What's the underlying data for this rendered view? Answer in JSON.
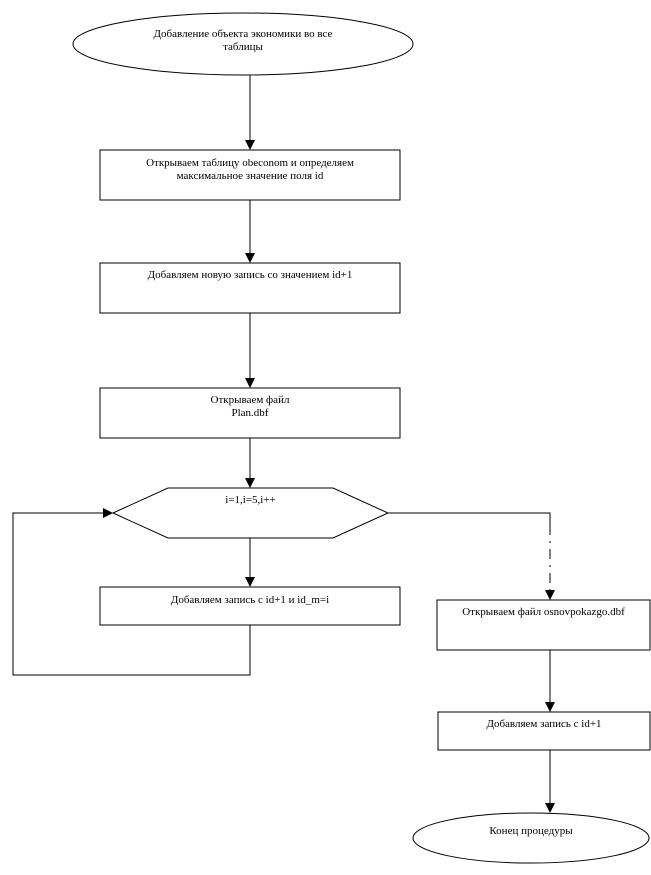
{
  "flowchart": {
    "start": {
      "line1": "Добавление объекта экономики во все",
      "line2": "таблицы"
    },
    "step_open_obeconom": {
      "line1": "Открываем таблицу obeconom и определяем",
      "line2": "максимальное значение поля id"
    },
    "step_add_record": {
      "text": "Добавляем новую запись со значением id+1"
    },
    "step_open_plan": {
      "line1": "Открываем файл",
      "line2": "Plan.dbf"
    },
    "loop": {
      "text": "i=1,i=5,i++"
    },
    "loop_body": {
      "text": "Добавляем запись с id+1 и id_m=i"
    },
    "step_open_osnov": {
      "text": "Открываем файл osnovpokazgo.dbf"
    },
    "step_add_id": {
      "text": "Добавляем запись с id+1"
    },
    "end": {
      "text": "Конец процедуры"
    }
  }
}
